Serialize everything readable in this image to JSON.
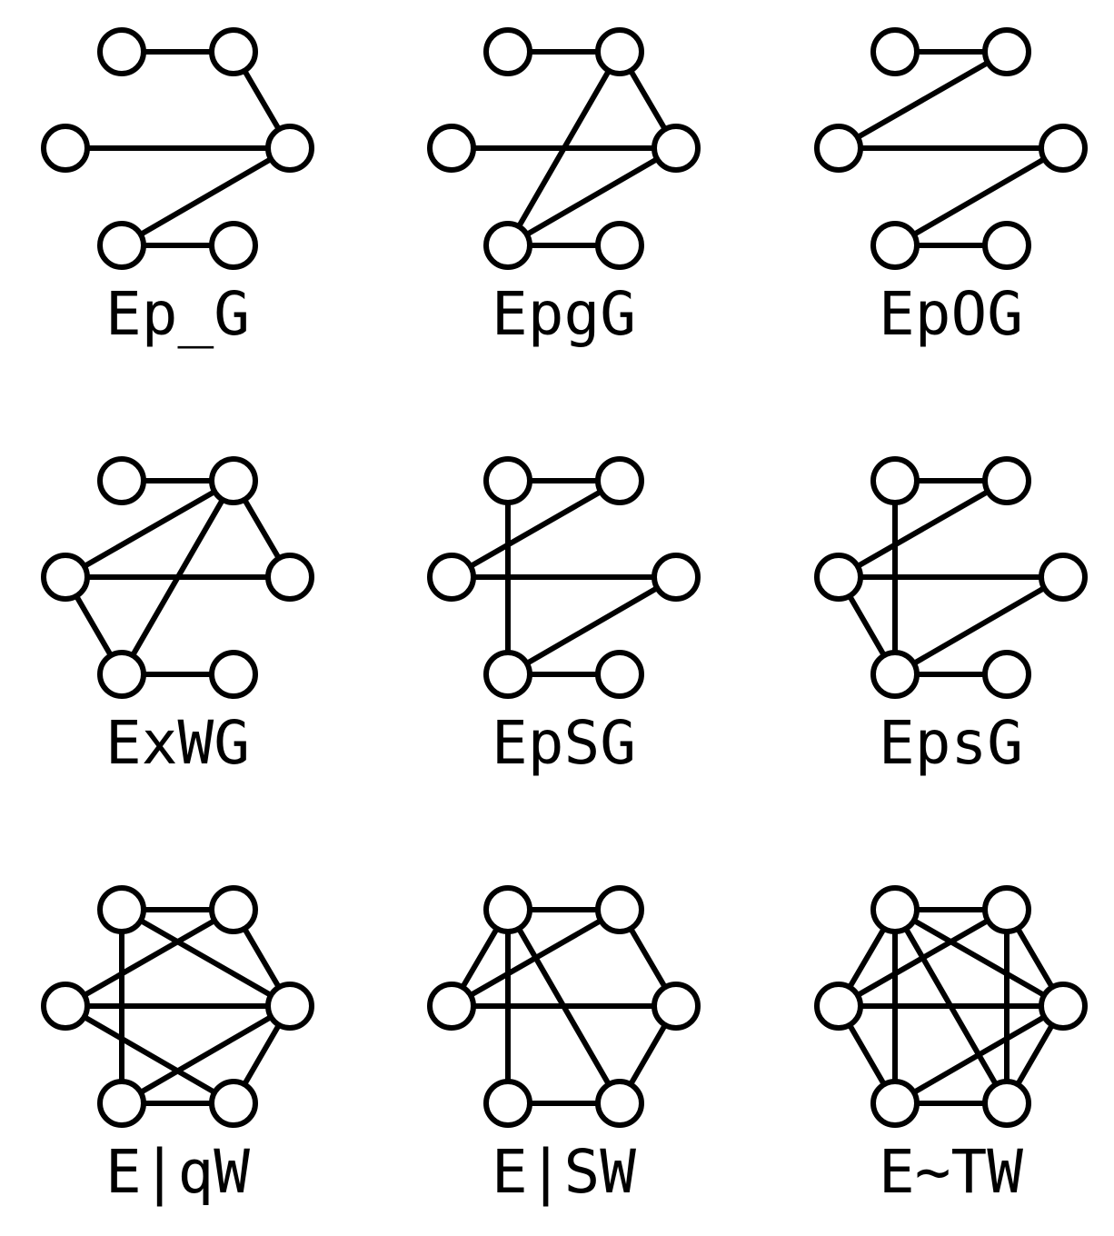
{
  "graphs": [
    {
      "label": "Ep_G",
      "edges": [
        [
          0,
          1
        ],
        [
          1,
          3
        ],
        [
          2,
          3
        ],
        [
          3,
          4
        ],
        [
          4,
          5
        ]
      ]
    },
    {
      "label": "EpgG",
      "edges": [
        [
          0,
          1
        ],
        [
          1,
          3
        ],
        [
          1,
          4
        ],
        [
          2,
          3
        ],
        [
          3,
          4
        ],
        [
          4,
          5
        ]
      ]
    },
    {
      "label": "EpOG",
      "edges": [
        [
          0,
          1
        ],
        [
          1,
          2
        ],
        [
          2,
          3
        ],
        [
          3,
          4
        ],
        [
          4,
          5
        ]
      ]
    },
    {
      "label": "ExWG",
      "edges": [
        [
          0,
          1
        ],
        [
          1,
          2
        ],
        [
          1,
          3
        ],
        [
          1,
          4
        ],
        [
          2,
          3
        ],
        [
          2,
          4
        ],
        [
          4,
          5
        ]
      ]
    },
    {
      "label": "EpSG",
      "edges": [
        [
          0,
          1
        ],
        [
          0,
          4
        ],
        [
          1,
          2
        ],
        [
          2,
          3
        ],
        [
          3,
          4
        ],
        [
          4,
          5
        ]
      ]
    },
    {
      "label": "EpsG",
      "edges": [
        [
          0,
          1
        ],
        [
          0,
          4
        ],
        [
          1,
          2
        ],
        [
          2,
          3
        ],
        [
          2,
          4
        ],
        [
          3,
          4
        ],
        [
          4,
          5
        ]
      ]
    },
    {
      "label": "E|qW",
      "edges": [
        [
          0,
          1
        ],
        [
          0,
          3
        ],
        [
          0,
          4
        ],
        [
          1,
          2
        ],
        [
          1,
          3
        ],
        [
          2,
          3
        ],
        [
          2,
          5
        ],
        [
          3,
          4
        ],
        [
          3,
          5
        ],
        [
          4,
          5
        ]
      ]
    },
    {
      "label": "E|SW",
      "edges": [
        [
          0,
          1
        ],
        [
          0,
          2
        ],
        [
          0,
          4
        ],
        [
          0,
          5
        ],
        [
          1,
          2
        ],
        [
          1,
          3
        ],
        [
          2,
          3
        ],
        [
          3,
          5
        ],
        [
          4,
          5
        ]
      ]
    },
    {
      "label": "E~TW",
      "edges": [
        [
          0,
          1
        ],
        [
          0,
          2
        ],
        [
          0,
          3
        ],
        [
          0,
          4
        ],
        [
          0,
          5
        ],
        [
          1,
          2
        ],
        [
          1,
          3
        ],
        [
          1,
          5
        ],
        [
          2,
          3
        ],
        [
          2,
          4
        ],
        [
          3,
          4
        ],
        [
          3,
          5
        ],
        [
          4,
          5
        ]
      ]
    }
  ]
}
